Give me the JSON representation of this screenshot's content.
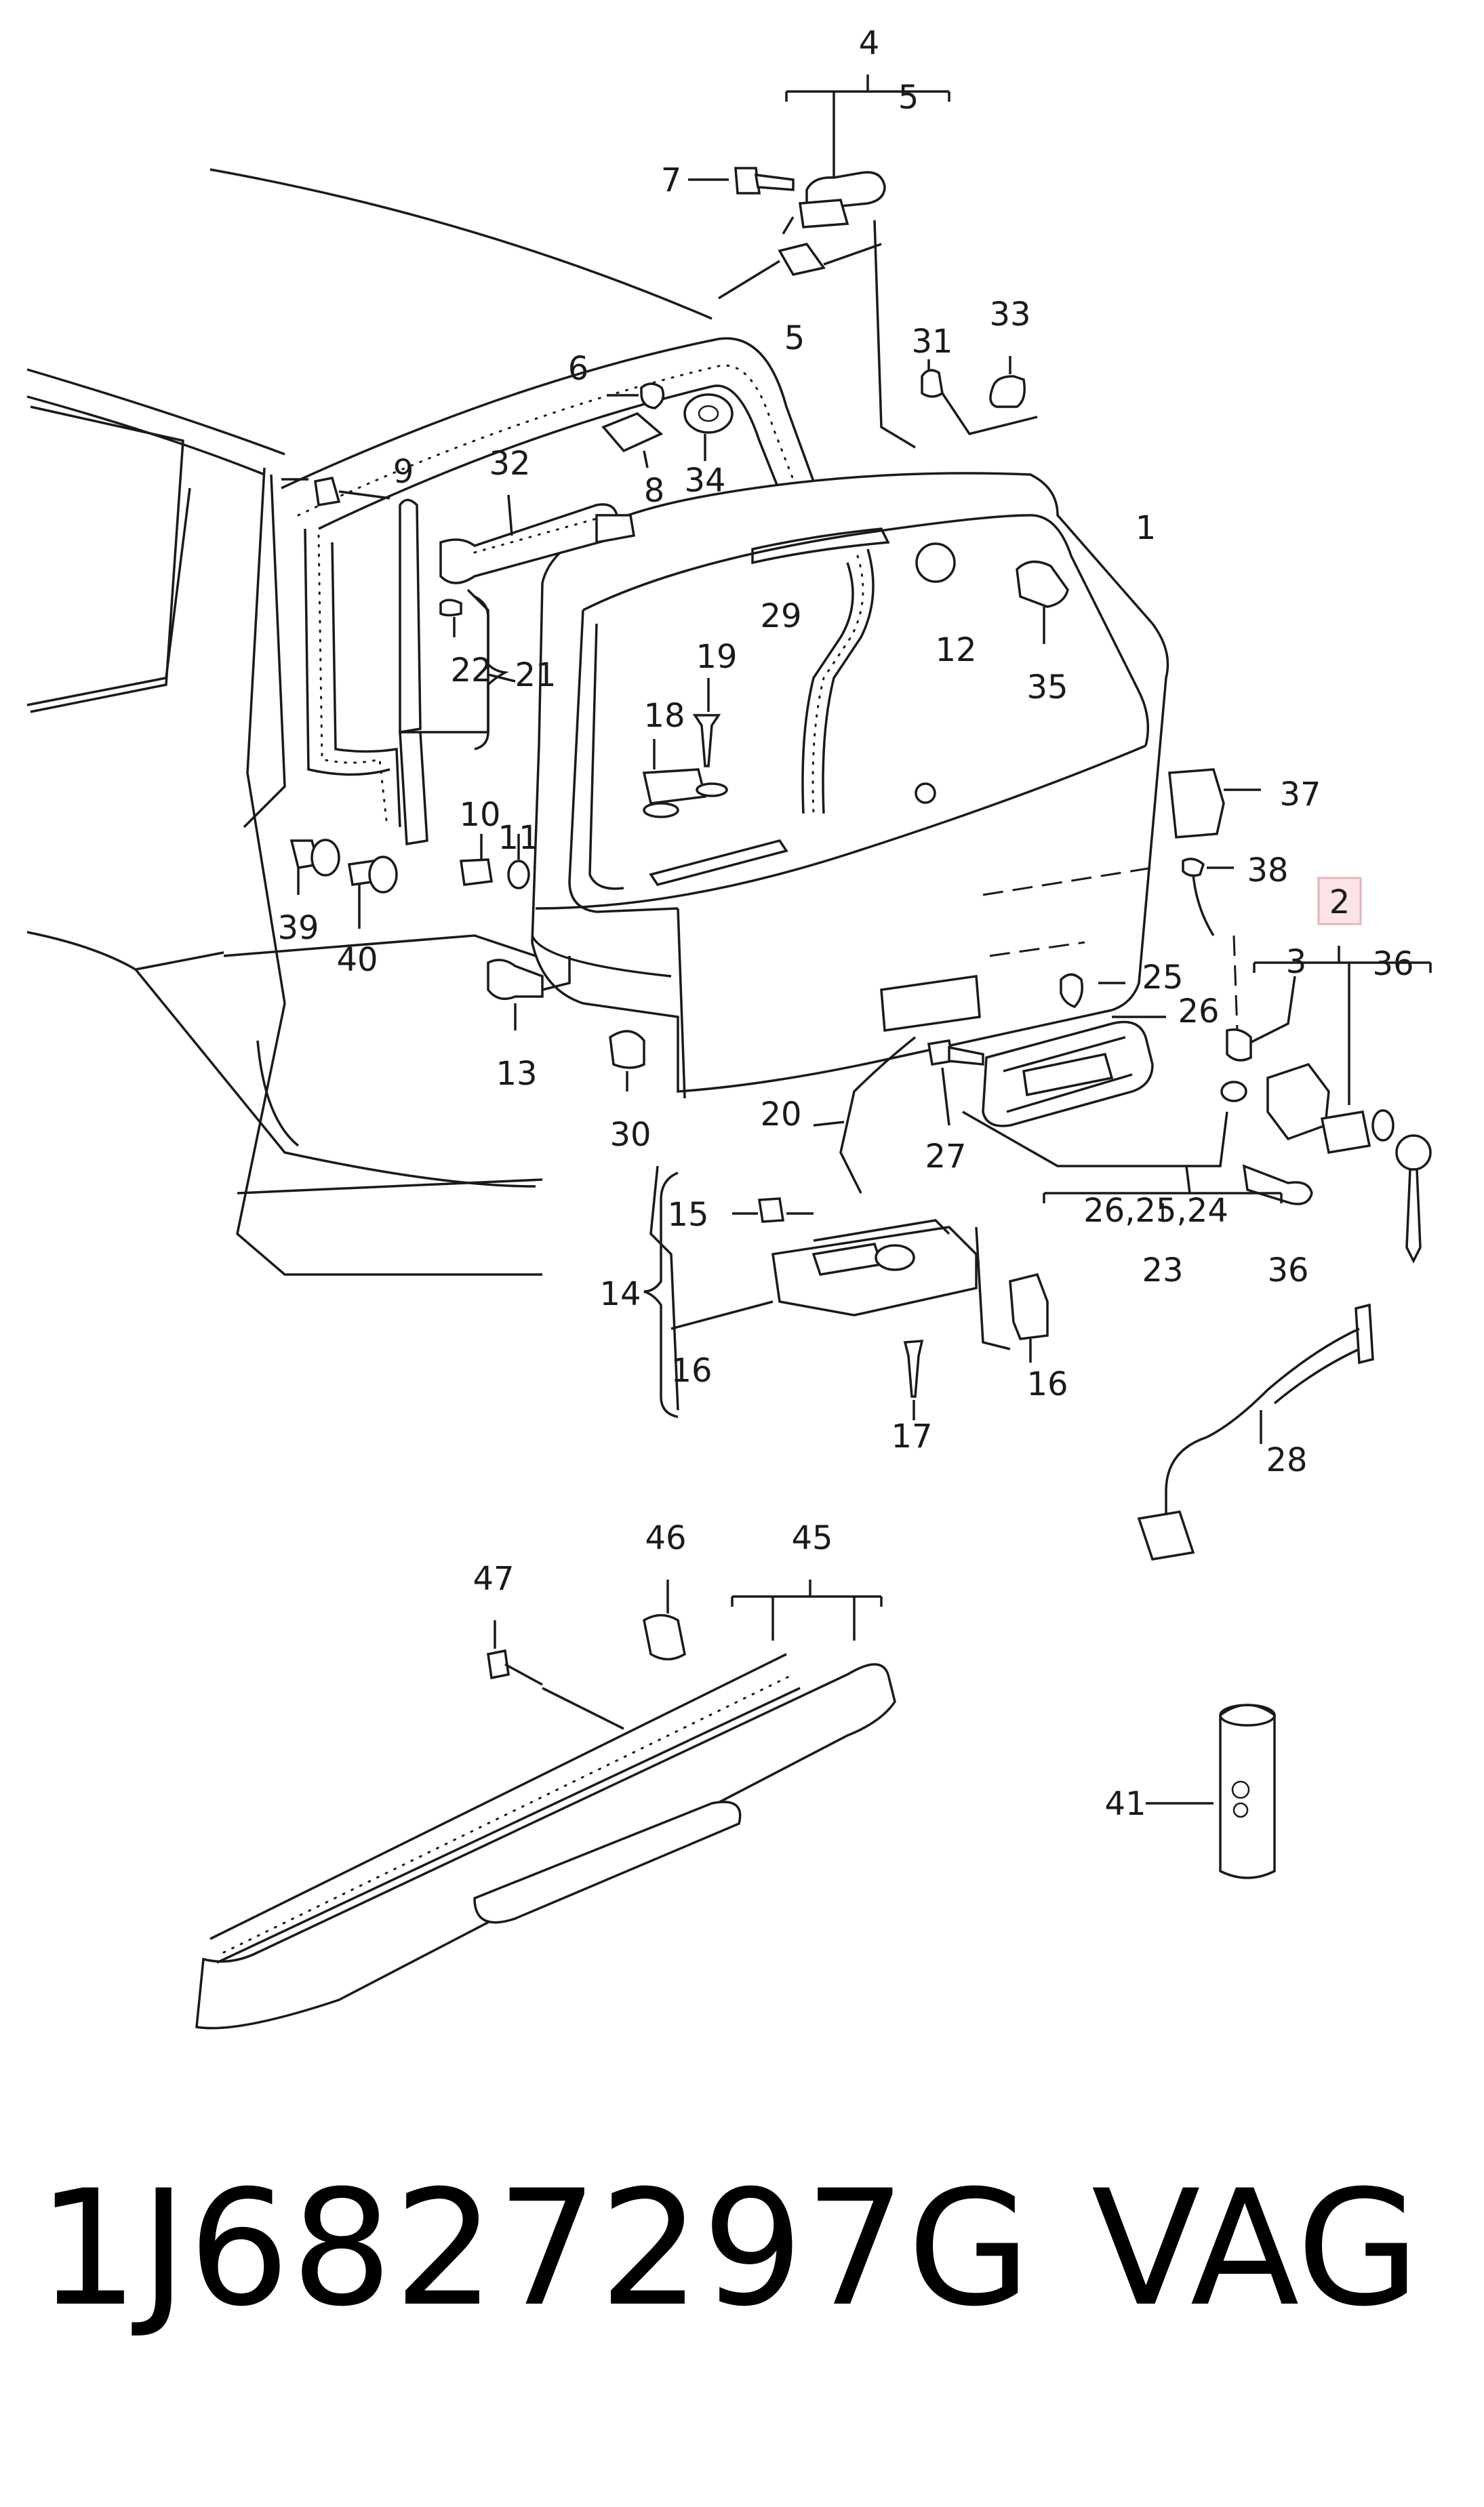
{
  "diagram": {
    "labels": {
      "l1": "1",
      "l2": "2",
      "l3": "3",
      "l4": "4",
      "l5a": "5",
      "l5b": "5",
      "l6": "6",
      "l7": "7",
      "l8": "8",
      "l9": "9",
      "l10": "10",
      "l11": "11",
      "l12": "12",
      "l13": "13",
      "l14": "14",
      "l15": "15",
      "l16a": "16",
      "l16b": "16",
      "l17": "17",
      "l18": "18",
      "l19": "19",
      "l20": "20",
      "l21": "21",
      "l22": "22",
      "l23": "23",
      "l24": "26,25,24",
      "l25": "25",
      "l26": "26",
      "l27": "27",
      "l28": "28",
      "l29": "29",
      "l30": "30",
      "l31": "31",
      "l32": "32",
      "l33": "33",
      "l34": "34",
      "l35": "35",
      "l36a": "36",
      "l36b": "36",
      "l37": "37",
      "l38": "38",
      "l39": "39",
      "l40": "40",
      "l41": "41",
      "l45": "45",
      "l46": "46",
      "l47": "47"
    },
    "highlight_color": "#e8b4b8"
  },
  "footer": {
    "part_number": "1J6827297G",
    "brand": "VAG"
  }
}
